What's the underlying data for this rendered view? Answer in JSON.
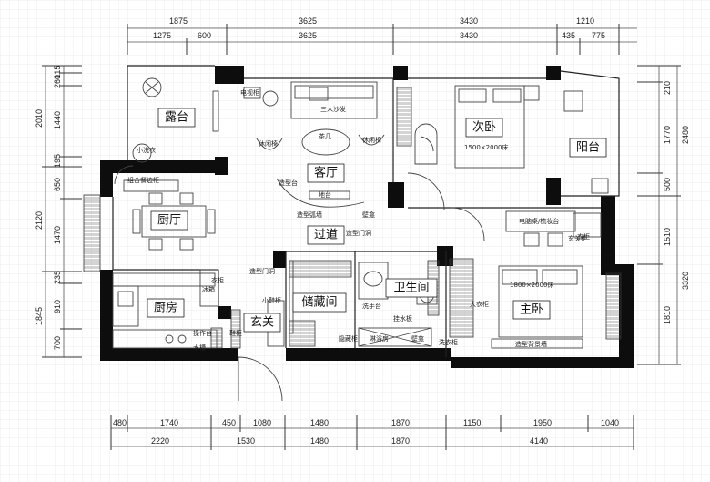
{
  "dimensions": {
    "top_outer": [
      "1875",
      "3625",
      "3430",
      "1210"
    ],
    "top_inner": [
      "1275",
      "600",
      "3625",
      "3430",
      "435",
      "775"
    ],
    "bottom_inner": [
      "480",
      "1740",
      "450",
      "1080",
      "1480",
      "1870",
      "1150",
      "1950",
      "1040"
    ],
    "bottom_outer": [
      "2220",
      "1530",
      "1480",
      "1870",
      "4140"
    ],
    "left_outer": [
      "2010",
      "2120",
      "1845"
    ],
    "left_inner": [
      "115",
      "260",
      "1440",
      "195",
      "650",
      "1470",
      "235",
      "910",
      "700"
    ],
    "right_outer": [
      "2480",
      "3320"
    ],
    "right_inner": [
      "210",
      "1770",
      "500",
      "1510",
      "1810"
    ]
  },
  "rooms": {
    "terrace": "露台",
    "living_room": "客厅",
    "second_bedroom": "次卧",
    "balcony": "阳台",
    "dining_room": "厨厅",
    "corridor": "过道",
    "kitchen": "厨房",
    "storage": "储藏间",
    "bathroom": "卫生间",
    "master_bedroom": "主卧",
    "foyer": "玄关"
  },
  "labels": {
    "tv_cabinet": "电视柜",
    "sofa": "三人沙发",
    "leisure_chair_left": "休闲椅",
    "tea_table": "茶几",
    "leisure_chair_right": "休闲椅",
    "feature_seat": "造型台",
    "shelf": "地台",
    "wall_arc": "造型弧墙",
    "wall_niche": "壁龛",
    "small_washer": "小洗衣",
    "dining_cabinet": "组合餐边柜",
    "fridge": "冰箱",
    "ops_counter": "操作台",
    "water_basin": "水槽",
    "arch_portal": "造型门洞",
    "corridor_portal": "造型门洞",
    "bed_second": "1500×2000床",
    "bed_master": "1800×2000床",
    "desk_dresser": "电脑桌/梳妆台",
    "wardrobe": "衣柜",
    "big_wardrobe": "大衣柜",
    "washbasin": "洗手台",
    "shower": "淋浴房",
    "towel": "挂水板",
    "hidden_cabinet": "隐藏柜",
    "wall_niche_bath": "壁龛",
    "laundry": "洗衣柜",
    "bed_wall": "造型背景墙",
    "small_cabinet": "小鞋柜",
    "shoe_cabinet": "鞋柜",
    "entrance_cab": "玄关柜",
    "closet": "衣柜"
  }
}
